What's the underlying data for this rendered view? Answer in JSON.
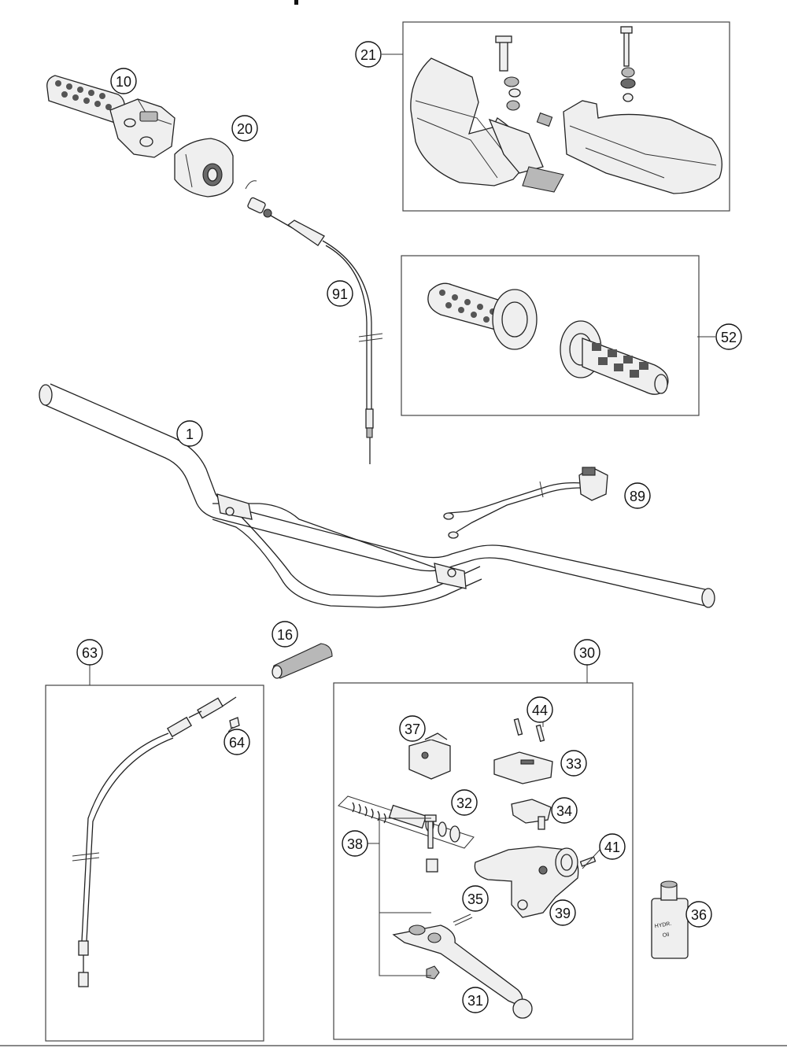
{
  "callouts": {
    "c1": "1",
    "c10": "10",
    "c16": "16",
    "c20": "20",
    "c21": "21",
    "c30": "30",
    "c31": "31",
    "c32": "32",
    "c33": "33",
    "c34": "34",
    "c35": "35",
    "c36": "36",
    "c37": "37",
    "c38": "38",
    "c39": "39",
    "c41": "41",
    "c44": "44",
    "c52": "52",
    "c63": "63",
    "c64": "64",
    "c89": "89",
    "c91": "91"
  },
  "bottle_label": [
    "HYDR.",
    "Oil"
  ]
}
